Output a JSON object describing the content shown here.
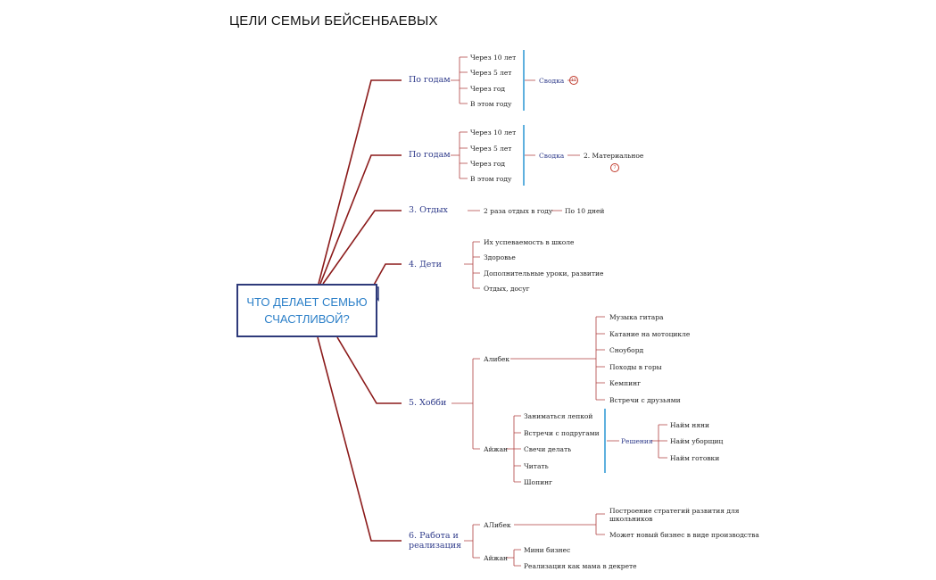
{
  "title": "ЦЕЛИ СЕМЬИ БЕЙСЕНБАЕВЫХ",
  "center": {
    "line1": "ЧТО ДЕЛАЕТ СЕМЬЮ",
    "line2": "СЧАСТЛИВОЙ?"
  },
  "colors": {
    "branch": "#8b1a1a",
    "accent_line": "#1b8fd0",
    "center_border": "#2e3a7a",
    "center_text": "#2b7fc8"
  },
  "branch1": {
    "label": "По годам",
    "items": [
      "Через 10 лет",
      "Через 5 лет",
      "Через год",
      "В этом году"
    ],
    "summary": "Сводка",
    "badge": "15"
  },
  "branch2": {
    "label": "По годам",
    "items": [
      "Через 10 лет",
      "Через 5 лет",
      "Через год",
      "В этом году"
    ],
    "summary": "Сводка",
    "summary_child": "2. Материальное",
    "badge": "7"
  },
  "branch3": {
    "label": "3. Отдых",
    "child": "2 раза отдых в году",
    "grandchild": "По 10 дней"
  },
  "branch4": {
    "label": "4. Дети",
    "items": [
      "Их успеваемость в школе",
      "Здоровье",
      "Дополнительные уроки, развитие",
      "Отдых, досуг"
    ]
  },
  "branch5": {
    "label": "5. Хобби",
    "person1": "Алибек",
    "person1_items": [
      "Музыка гитара",
      "Катание на мотоцикле",
      "Сноуборд",
      "Походы в горы",
      "Кемпинг",
      "Встречи с друзьями"
    ],
    "person2": "Айжан",
    "person2_items": [
      "Заниматься лепкой",
      "Встречи с подругами",
      "Свечи делать",
      "Читать",
      "Шопинг"
    ],
    "solutions": "Решения",
    "solution_items": [
      "Найм няни",
      "Найм уборщиц",
      "Найм готовки"
    ]
  },
  "branch6": {
    "label_line1": "6. Работа и",
    "label_line2": "реализация",
    "person1": "АЛибек",
    "person1_item1_line1": "Построение стратегий развития для",
    "person1_item1_line2": "школьников",
    "person1_item2": "Может новый бизнес в виде производства",
    "person2": "Айжан",
    "person2_items": [
      "Мини бизнес",
      "Реализация как мама в декрете"
    ]
  }
}
